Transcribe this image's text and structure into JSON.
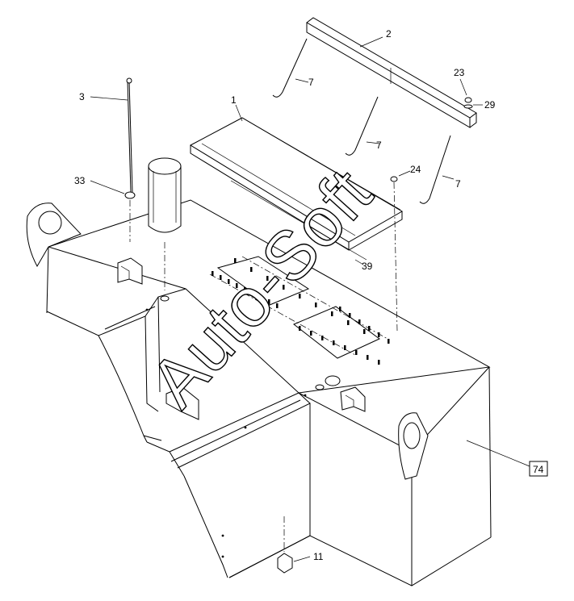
{
  "watermark": "Auto-Soft",
  "callouts": [
    {
      "id": "c1",
      "text": "1"
    },
    {
      "id": "c2",
      "text": "2"
    },
    {
      "id": "c3",
      "text": "3"
    },
    {
      "id": "c7a",
      "text": "7"
    },
    {
      "id": "c7b",
      "text": "7"
    },
    {
      "id": "c7c",
      "text": "7"
    },
    {
      "id": "c11",
      "text": "11"
    },
    {
      "id": "c23",
      "text": "23"
    },
    {
      "id": "c24",
      "text": "24"
    },
    {
      "id": "c29",
      "text": "29"
    },
    {
      "id": "c33",
      "text": "33"
    },
    {
      "id": "c39",
      "text": "39"
    },
    {
      "id": "c74",
      "text": "74",
      "boxed": true
    }
  ]
}
